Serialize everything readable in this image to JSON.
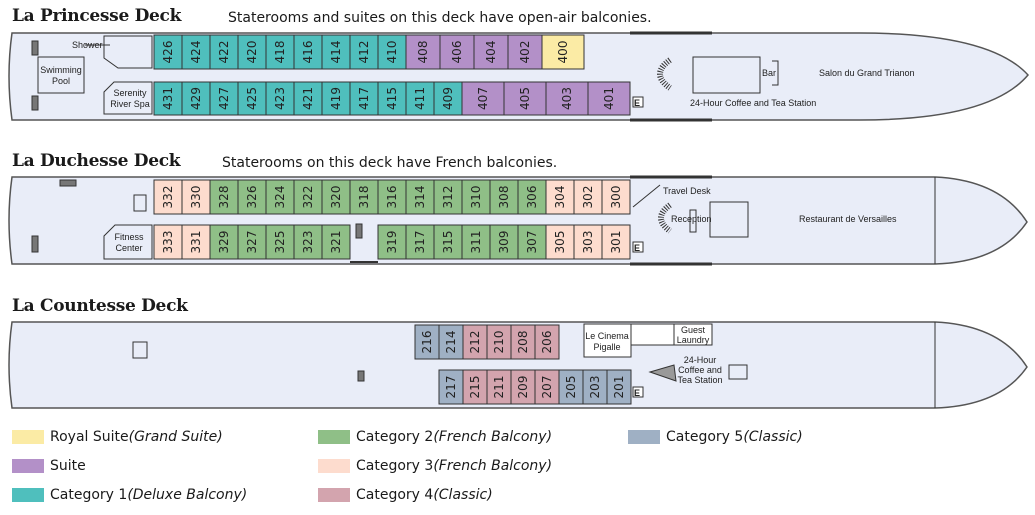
{
  "decks": [
    {
      "id": "princesse",
      "title": "La Princesse Deck",
      "subtitle": "Staterooms and suites on this deck have open-air balconies.",
      "top_row": [
        {
          "num": "426",
          "cat": "cat1"
        },
        {
          "num": "424",
          "cat": "cat1"
        },
        {
          "num": "422",
          "cat": "cat1"
        },
        {
          "num": "420",
          "cat": "cat1"
        },
        {
          "num": "418",
          "cat": "cat1"
        },
        {
          "num": "416",
          "cat": "cat1"
        },
        {
          "num": "414",
          "cat": "cat1"
        },
        {
          "num": "412",
          "cat": "cat1"
        },
        {
          "num": "410",
          "cat": "cat1"
        },
        {
          "num": "408",
          "cat": "suite"
        },
        {
          "num": "406",
          "cat": "suite"
        },
        {
          "num": "404",
          "cat": "suite"
        },
        {
          "num": "402",
          "cat": "suite"
        },
        {
          "num": "400",
          "cat": "royal"
        }
      ],
      "bottom_row": [
        {
          "num": "431",
          "cat": "cat1"
        },
        {
          "num": "429",
          "cat": "cat1"
        },
        {
          "num": "427",
          "cat": "cat1"
        },
        {
          "num": "425",
          "cat": "cat1"
        },
        {
          "num": "423",
          "cat": "cat1"
        },
        {
          "num": "421",
          "cat": "cat1"
        },
        {
          "num": "419",
          "cat": "cat1"
        },
        {
          "num": "417",
          "cat": "cat1"
        },
        {
          "num": "415",
          "cat": "cat1"
        },
        {
          "num": "411",
          "cat": "cat1"
        },
        {
          "num": "409",
          "cat": "cat1"
        },
        {
          "num": "407",
          "cat": "suite"
        },
        {
          "num": "405",
          "cat": "suite"
        },
        {
          "num": "403",
          "cat": "suite"
        },
        {
          "num": "401",
          "cat": "suite"
        }
      ],
      "labels": {
        "shower": "Shower",
        "pool": [
          "Swimming",
          "Pool"
        ],
        "spa": [
          "Serenity",
          "River Spa"
        ],
        "bar": "Bar",
        "coffee": "24-Hour Coffee and Tea Station",
        "salon": "Salon du Grand Trianon",
        "elevator": "E"
      }
    },
    {
      "id": "duchesse",
      "title": "La Duchesse Deck",
      "subtitle": "Staterooms on this deck have French balconies.",
      "top_row": [
        {
          "num": "332",
          "cat": "cat3"
        },
        {
          "num": "330",
          "cat": "cat3"
        },
        {
          "num": "328",
          "cat": "cat2"
        },
        {
          "num": "326",
          "cat": "cat2"
        },
        {
          "num": "324",
          "cat": "cat2"
        },
        {
          "num": "322",
          "cat": "cat2"
        },
        {
          "num": "320",
          "cat": "cat2"
        },
        {
          "num": "318",
          "cat": "cat2"
        },
        {
          "num": "316",
          "cat": "cat2"
        },
        {
          "num": "314",
          "cat": "cat2"
        },
        {
          "num": "312",
          "cat": "cat2"
        },
        {
          "num": "310",
          "cat": "cat2"
        },
        {
          "num": "308",
          "cat": "cat2"
        },
        {
          "num": "306",
          "cat": "cat2"
        },
        {
          "num": "304",
          "cat": "cat3"
        },
        {
          "num": "302",
          "cat": "cat3"
        },
        {
          "num": "300",
          "cat": "cat3"
        }
      ],
      "bottom_row_a": [
        {
          "num": "333",
          "cat": "cat3"
        },
        {
          "num": "331",
          "cat": "cat3"
        },
        {
          "num": "329",
          "cat": "cat2"
        },
        {
          "num": "327",
          "cat": "cat2"
        },
        {
          "num": "325",
          "cat": "cat2"
        },
        {
          "num": "323",
          "cat": "cat2"
        },
        {
          "num": "321",
          "cat": "cat2"
        }
      ],
      "bottom_row_b": [
        {
          "num": "319",
          "cat": "cat2"
        },
        {
          "num": "317",
          "cat": "cat2"
        },
        {
          "num": "315",
          "cat": "cat2"
        },
        {
          "num": "311",
          "cat": "cat2"
        },
        {
          "num": "309",
          "cat": "cat2"
        },
        {
          "num": "307",
          "cat": "cat2"
        },
        {
          "num": "305",
          "cat": "cat3"
        },
        {
          "num": "303",
          "cat": "cat3"
        },
        {
          "num": "301",
          "cat": "cat3"
        }
      ],
      "labels": {
        "fitness": [
          "Fitness",
          "Center"
        ],
        "travel_desk": "Travel Desk",
        "reception": "Reception",
        "restaurant": "Restaurant de Versailles",
        "elevator": "E"
      }
    },
    {
      "id": "countesse",
      "title": "La Countesse Deck",
      "top_row": [
        {
          "num": "216",
          "cat": "cat5"
        },
        {
          "num": "214",
          "cat": "cat5"
        },
        {
          "num": "212",
          "cat": "cat4"
        },
        {
          "num": "210",
          "cat": "cat4"
        },
        {
          "num": "208",
          "cat": "cat4"
        },
        {
          "num": "206",
          "cat": "cat4"
        }
      ],
      "bottom_row": [
        {
          "num": "217",
          "cat": "cat5"
        },
        {
          "num": "215",
          "cat": "cat4"
        },
        {
          "num": "211",
          "cat": "cat4"
        },
        {
          "num": "209",
          "cat": "cat4"
        },
        {
          "num": "207",
          "cat": "cat4"
        },
        {
          "num": "205",
          "cat": "cat5"
        },
        {
          "num": "203",
          "cat": "cat5"
        },
        {
          "num": "201",
          "cat": "cat5"
        }
      ],
      "labels": {
        "cinema": [
          "Le Cinema",
          "Pigalle"
        ],
        "laundry": [
          "Guest",
          "Laundry"
        ],
        "coffee": [
          "24-Hour",
          "Coffee and",
          "Tea Station"
        ],
        "elevator": "E"
      }
    }
  ],
  "categories": {
    "royal": {
      "color": "#fbeba5"
    },
    "suite": {
      "color": "#b390c8"
    },
    "cat1": {
      "color": "#4fbfbd"
    },
    "cat2": {
      "color": "#8fbf87"
    },
    "cat3": {
      "color": "#fddcce"
    },
    "cat4": {
      "color": "#d3a4ae"
    },
    "cat5": {
      "color": "#9fb0c4"
    }
  },
  "legend": [
    {
      "cat": "royal",
      "label": "Royal Suite ",
      "italic": "(Grand Suite)"
    },
    {
      "cat": "suite",
      "label": "Suite",
      "italic": ""
    },
    {
      "cat": "cat1",
      "label": "Category 1 ",
      "italic": "(Deluxe Balcony)"
    },
    {
      "cat": "cat2",
      "label": "Category 2 ",
      "italic": "(French Balcony)"
    },
    {
      "cat": "cat3",
      "label": "Category 3 ",
      "italic": "(French Balcony)"
    },
    {
      "cat": "cat4",
      "label": "Category 4 ",
      "italic": "(Classic)"
    },
    {
      "cat": "cat5",
      "label": "Category 5 ",
      "italic": "(Classic)"
    }
  ],
  "colors": {
    "hull": "#e9edf8",
    "outline": "#555555"
  }
}
